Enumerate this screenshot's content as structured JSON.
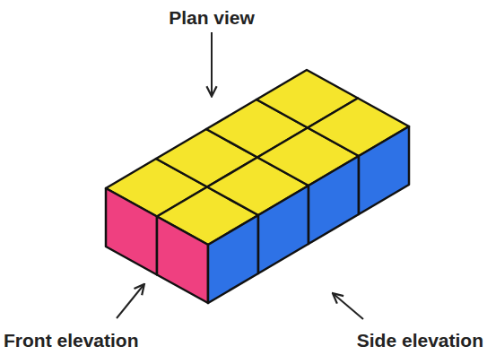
{
  "diagram": {
    "labels": [
      "Plan view",
      "Front elevation",
      "Side elevation"
    ]
  }
}
